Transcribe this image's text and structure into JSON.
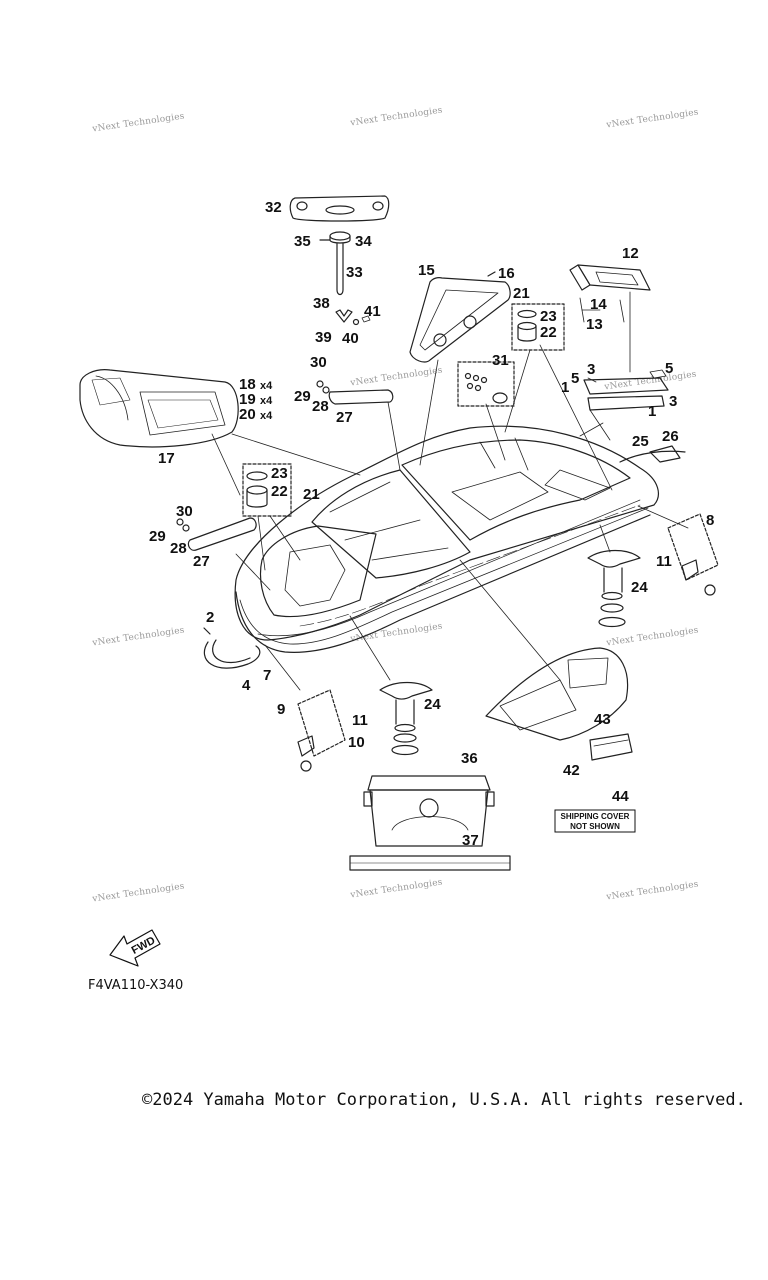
{
  "watermark_text": "vNext Technologies",
  "diagram_code": "F4VA110-X340",
  "copyright": "©2024 Yamaha Motor Corporation, U.S.A. All rights reserved.",
  "fwd_label": "FWD",
  "shipping_note": {
    "line1": "SHIPPING COVER",
    "line2": "NOT SHOWN"
  },
  "qty_x4": "x4",
  "callouts": [
    "1",
    "2",
    "3",
    "4",
    "5",
    "7",
    "8",
    "9",
    "10",
    "11",
    "12",
    "13",
    "14",
    "15",
    "16",
    "17",
    "18",
    "19",
    "20",
    "21",
    "22",
    "23",
    "24",
    "25",
    "26",
    "27",
    "28",
    "29",
    "30",
    "31",
    "32",
    "33",
    "34",
    "35",
    "36",
    "37",
    "38",
    "39",
    "40",
    "41",
    "42",
    "43",
    "44"
  ]
}
